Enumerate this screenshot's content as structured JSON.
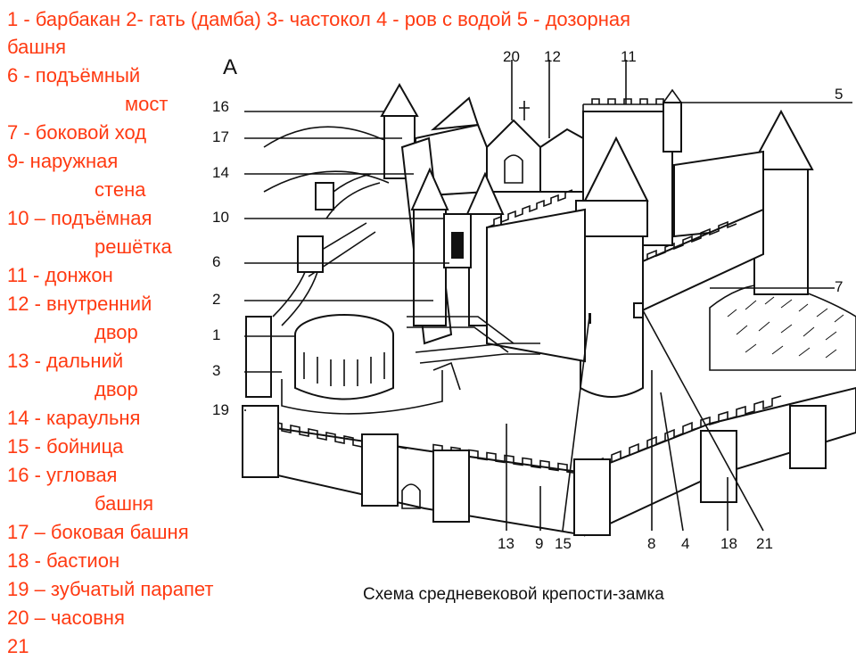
{
  "legend": {
    "line1": "1 - барбакан  2- гать (дамба)  3- частокол   4 - ров с водой     5 - дозорная",
    "line1_cont": "башня",
    "item6a": "6 - подъёмный",
    "item6b": "мост",
    "item7": "7 - боковой ход",
    "item9a": "9- наружная",
    "item9b": "стена",
    "item10a": "10 – подъёмная",
    "item10b": "решётка",
    "item11": "11 - донжон",
    "item12a": "12 - внутренний",
    "item12b": "двор",
    "item13a": "13 - дальний",
    "item13b": "двор",
    "item14": "14 - караульня",
    "item15": "15 - бойница",
    "item16a": "16 - угловая",
    "item16b": "башня",
    "item17": "17 – боковая башня",
    "item18": "18 - бастион",
    "item19": "19 – зубчатый парапет",
    "item20": "20 – часовня",
    "item21": "21"
  },
  "diagram": {
    "panel_letter": "A",
    "labels": {
      "l1": "1",
      "l2": "2",
      "l3": "3",
      "l4": "4",
      "l5": "5",
      "l6": "6",
      "l7": "7",
      "l8": "8",
      "l9": "9",
      "l10": "10",
      "l11": "11",
      "l12": "12",
      "l13": "13",
      "l14": "14",
      "l15": "15",
      "l16": "16",
      "l17": "17",
      "l18": "18",
      "l19": "19",
      "l20": "20",
      "l21": "21"
    },
    "colors": {
      "legend_text": "#ff3a12",
      "ink": "#111111"
    }
  },
  "caption": "Схема средневековой крепости-замка"
}
